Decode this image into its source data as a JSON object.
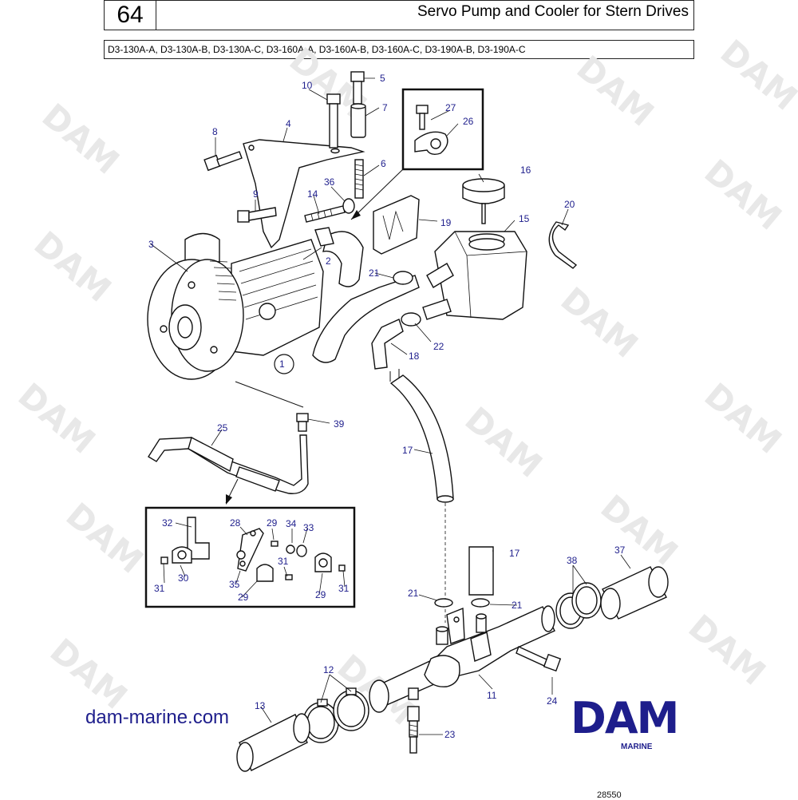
{
  "header": {
    "page_number": "64",
    "title": "Servo Pump and Cooler for Stern Drives",
    "models": "D3-130A-A, D3-130A-B, D3-130A-C, D3-160A-A, D3-160A-B, D3-160A-C, D3-190A-B, D3-190A-C"
  },
  "watermark": "DAM",
  "callouts": {
    "c1": "1",
    "c2": "2",
    "c3": "3",
    "c4": "4",
    "c5": "5",
    "c6": "6",
    "c7": "7",
    "c8": "8",
    "c9": "9",
    "c10": "10",
    "c11": "11",
    "c12": "12",
    "c13": "13",
    "c14": "14",
    "c15": "15",
    "c16": "16",
    "c17": "17",
    "c18": "18",
    "c19": "19",
    "c20": "20",
    "c21": "21",
    "c22": "22",
    "c23": "23",
    "c24": "24",
    "c25": "25",
    "c26": "26",
    "c27": "27",
    "c28": "28",
    "c29": "29",
    "c30": "30",
    "c31": "31",
    "c32": "32",
    "c33": "33",
    "c34": "34",
    "c35": "35",
    "c36": "36",
    "c37": "37",
    "c38": "38",
    "c39": "39"
  },
  "footer": {
    "website": "dam-marine.com",
    "logo": "DAM",
    "logo_sub": "MARINE",
    "diagram_id": "28550"
  },
  "colors": {
    "accent": "#1e1e8c",
    "line": "#111111",
    "watermark": "#e8e8e8"
  }
}
